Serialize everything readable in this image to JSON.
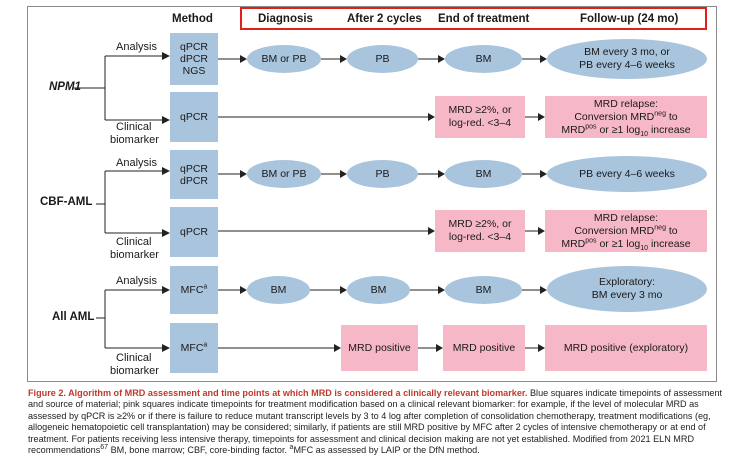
{
  "headers": {
    "method": "Method",
    "diagnosis": "Diagnosis",
    "after_cycles": "After 2 cycles",
    "end_treatment": "End of treatment",
    "follow_up": "Follow-up (24 mo)"
  },
  "groups": {
    "npm1": "NPM1",
    "cbf": "CBF-AML",
    "all": "All AML"
  },
  "branch_labels": {
    "analysis": "Analysis",
    "clinical": "Clinical",
    "biomarker": "biomarker"
  },
  "npm1_analysis": {
    "method_l1": "qPCR",
    "method_l2": "dPCR",
    "method_l3": "NGS",
    "diagnosis": "BM or PB",
    "after2": "PB",
    "end": "BM",
    "follow_l1": "BM every 3 mo, or",
    "follow_l2": "PB every 4–6 weeks"
  },
  "npm1_clinical": {
    "method": "qPCR",
    "end_l1": "MRD ≥2%, or",
    "end_l2": "log-red. <3–4",
    "follow_l1": "MRD relapse:",
    "follow_l2a": "Conversion MRD",
    "follow_l2sup": "neg",
    "follow_l2b": " to",
    "follow_l3a": "MRD",
    "follow_l3sup": "pos",
    "follow_l3b": " or ≥1 log",
    "follow_l3sub": "10",
    "follow_l3c": " increase"
  },
  "cbf_analysis": {
    "method_l1": "qPCR",
    "method_l2": "dPCR",
    "diagnosis": "BM or PB",
    "after2": "PB",
    "end": "BM",
    "follow": "PB every 4–6 weeks"
  },
  "cbf_clinical": {
    "method": "qPCR",
    "end_l1": "MRD ≥2%, or",
    "end_l2": "log-red. <3–4",
    "follow_l1": "MRD relapse:",
    "follow_l2a": "Conversion MRD",
    "follow_l2sup": "neg",
    "follow_l2b": " to",
    "follow_l3a": "MRD",
    "follow_l3sup": "pos",
    "follow_l3b": " or ≥1 log",
    "follow_l3sub": "10",
    "follow_l3c": " increase"
  },
  "all_analysis": {
    "method": "MFC",
    "method_sup": "a",
    "diagnosis": "BM",
    "after2": "BM",
    "end": "BM",
    "follow_l1": "Exploratory:",
    "follow_l2": "BM every 3 mo"
  },
  "all_clinical": {
    "method": "MFC",
    "method_sup": "a",
    "after2": "MRD positive",
    "end": "MRD positive",
    "follow": "MRD positive (exploratory)"
  },
  "caption": {
    "title": "Figure 2. Algorithm of MRD assessment and time points at which MRD is considered a clinically relevant biomarker.",
    "p1": " Blue squares indicate timepoints of assessment and source of material; pink squares indicate timepoints for treatment modification based on a clinical relevant biomarker: for example, if the level of molecular MRD as assessed by qPCR is ≥2% or if there is failure to reduce mutant transcript levels by 3 to 4 log after completion of consolidation chemotherapy, treatment modifications (eg, allogeneic hematopoietic cell transplantation) may be considered; similarly, if patients are still MRD positive by MFC after 2 cycles of intensive chemotherapy or at end of treatment. For patients receiving less intensive therapy, timepoints for assessment and clinical decision making are not yet established. Modified from 2021 ELN MRD recommendations",
    "ref": "67",
    "p2": " BM, bone marrow; CBF, core-binding factor. ",
    "note_sup": "a",
    "p3": "MFC as assessed by LAIP or the DfN method."
  }
}
